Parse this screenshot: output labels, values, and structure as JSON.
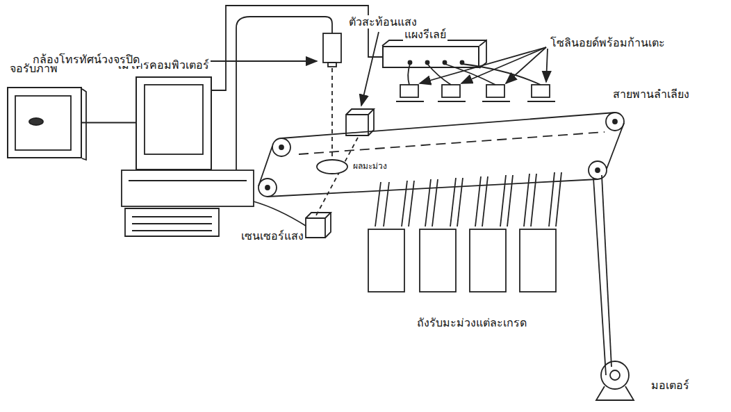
{
  "diagram": {
    "nodes": [
      {
        "text": [
          "จอรับภาพ"
        ]
      },
      {
        "text": [
          "ไมโครคอมพิวเตอร์"
        ]
      },
      {
        "text": [
          "แผงรีเลย์"
        ]
      }
    ],
    "edges": [
      {
        "from": 0,
        "to": 1,
        "arrow": "none"
      },
      {
        "from": 1,
        "to": 2,
        "arrow": "none"
      }
    ],
    "labels": [
      "กล้องโทรทัศน์วงจรปิด",
      "ตัวสะท้อนแสง",
      "โซลินอยด์พร้อมก้านเตะ",
      "สายพานลำเลียง",
      "ผลมะม่วง",
      "เซนเซอร์แสง",
      "ถังรับมะม่วงแต่ละเกรด",
      "มอเตอร์"
    ]
  }
}
